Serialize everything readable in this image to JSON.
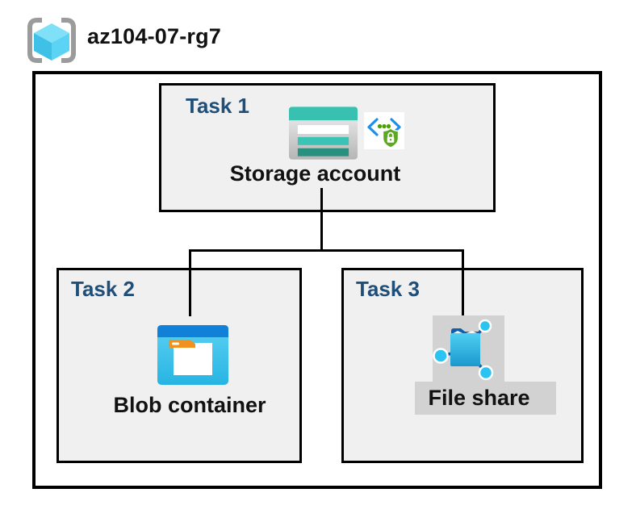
{
  "header": {
    "title": "az104-07-rg7",
    "icon": "azure-resource-group-icon"
  },
  "tasks": [
    {
      "id": "task-1",
      "label": "Task 1",
      "resource": "Storage account",
      "icons": [
        "storage-account-icon",
        "secure-endpoint-icon"
      ]
    },
    {
      "id": "task-2",
      "label": "Task 2",
      "resource": "Blob container",
      "icons": [
        "blob-container-icon"
      ]
    },
    {
      "id": "task-3",
      "label": "Task 3",
      "resource": "File share",
      "icons": [
        "file-share-icon"
      ]
    }
  ],
  "connections": [
    {
      "from": "Storage account",
      "to": "Blob container"
    },
    {
      "from": "Storage account",
      "to": "File share"
    }
  ],
  "colors": {
    "task_label": "#1F4E79",
    "resource_label": "#111111",
    "task_box_background": "#F0F0F0",
    "box_border": "#000000",
    "file_share_panel": "#D2D2D2",
    "storage_teal": "#38C1B1",
    "storage_teal_dark": "#27907F",
    "blob_header_blue": "#1180D8",
    "folder_tab_orange": "#F0921E",
    "file_share_node_cyan": "#2BC3F2",
    "file_share_line_blue": "#0A5CA8",
    "shield_green": "#5DA81E",
    "code_bracket_blue": "#1E8FE8",
    "resource_group_cube_cyan": "#55CFF0",
    "resource_group_bracket_gray": "#9B9B9B"
  }
}
